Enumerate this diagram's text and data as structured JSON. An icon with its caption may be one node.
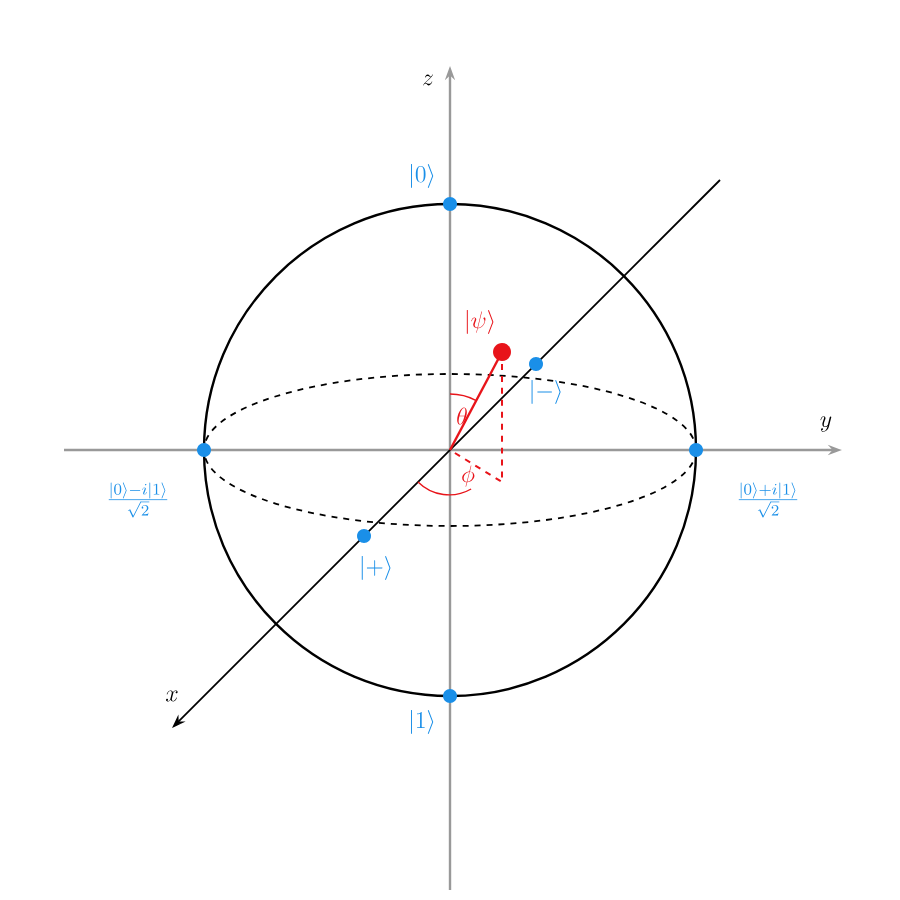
{
  "diagram": {
    "nodes": [
      {
        "text": [
          "|0\\rangle"
        ]
      },
      {
        "text": [
          "|\\psi\\rangle"
        ]
      },
      {
        "text": [
          "|-\\rangle"
        ]
      },
      {
        "text": [
          "\\frac{|0\\rangle-i|1\\rangle}{\\sqrt{2}}"
        ]
      },
      {
        "text": [
          "\\frac{|0\\rangle+i|1\\rangle}{\\sqrt{2}}"
        ]
      },
      {
        "text": [
          "|+\\rangle"
        ]
      },
      {
        "text": [
          "|1\\rangle"
        ]
      }
    ],
    "labels": [
      "z",
      "y",
      "\\theta",
      "\\phi",
      "x"
    ]
  }
}
